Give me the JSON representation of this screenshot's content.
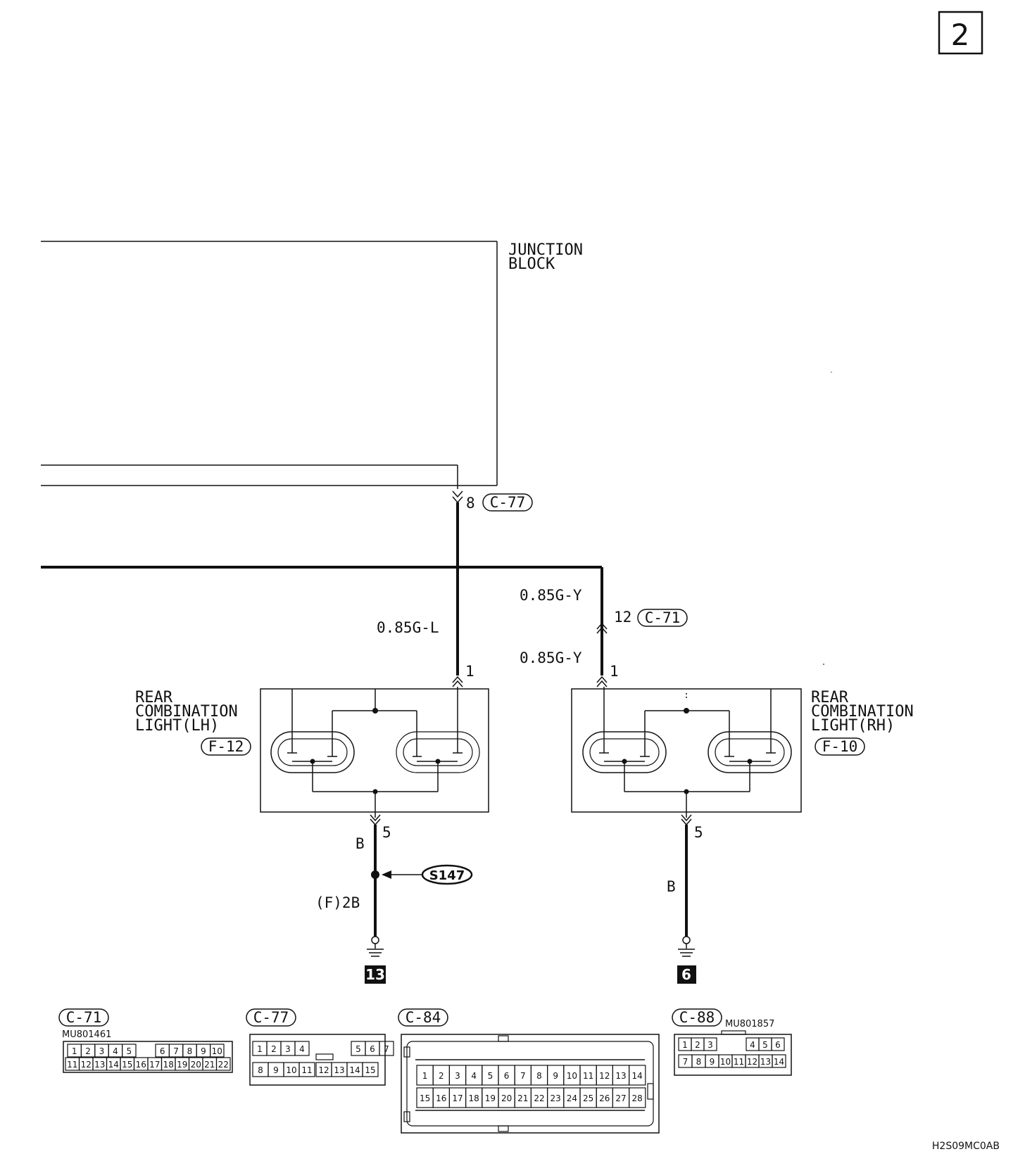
{
  "page_number": "2",
  "junction_block": {
    "line1": "JUNCTION",
    "line2": "BLOCK"
  },
  "wires": {
    "gl_gauge": "0.85G-L",
    "gy_gauge_top": "0.85G-Y",
    "gy_gauge_bottom": "0.85G-Y",
    "left_ground_color": "B",
    "left_ground_ref": "(F)2B",
    "right_ground_color": "B"
  },
  "connectors": {
    "c77_tag": "C-77",
    "c77_pin": "8",
    "c71_tag": "C-71",
    "c71_pin": "12",
    "lh_pin_in": "1",
    "rh_pin_in": "1",
    "lh_pin_out": "5",
    "rh_pin_out": "5"
  },
  "lamps": {
    "lh": {
      "line1": "REAR",
      "line2": "COMBINATION",
      "line3": "LIGHT(LH)",
      "connector": "F-12"
    },
    "rh": {
      "line1": "REAR",
      "line2": "COMBINATION",
      "line3": "LIGHT(RH)",
      "connector": "F-10"
    }
  },
  "splice": "S147",
  "grounds": {
    "left": "13",
    "right": "6"
  },
  "connector_views": {
    "c71": {
      "tag": "C-71",
      "part": "MU801461",
      "row1": [
        "1",
        "2",
        "3",
        "4",
        "5",
        "6",
        "7",
        "8",
        "9",
        "10"
      ],
      "row2": [
        "11",
        "12",
        "13",
        "14",
        "15",
        "16",
        "17",
        "18",
        "19",
        "20",
        "21",
        "22"
      ]
    },
    "c77": {
      "tag": "C-77",
      "row1": [
        "1",
        "2",
        "3",
        "4",
        "5",
        "6",
        "7"
      ],
      "row2": [
        "8",
        "9",
        "10",
        "11",
        "12",
        "13",
        "14",
        "15"
      ]
    },
    "c84": {
      "tag": "C-84",
      "row1": [
        "1",
        "2",
        "3",
        "4",
        "5",
        "6",
        "7",
        "8",
        "9",
        "10",
        "11",
        "12",
        "13",
        "14"
      ],
      "row2": [
        "15",
        "16",
        "17",
        "18",
        "19",
        "20",
        "21",
        "22",
        "23",
        "24",
        "25",
        "26",
        "27",
        "28"
      ]
    },
    "c88": {
      "tag": "C-88",
      "part": "MU801857",
      "row1": [
        "1",
        "2",
        "3",
        "4",
        "5",
        "6"
      ],
      "row2": [
        "7",
        "8",
        "9",
        "10",
        "11",
        "12",
        "13",
        "14"
      ]
    }
  },
  "diagram_code": "H2S09MC0AB"
}
